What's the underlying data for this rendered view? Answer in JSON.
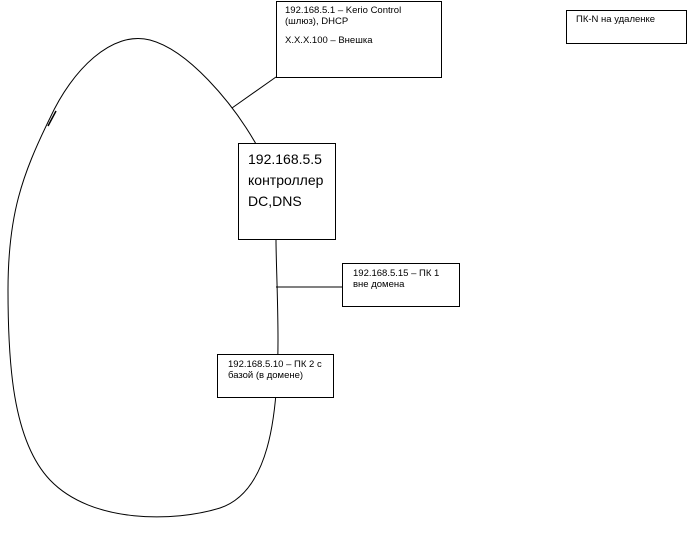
{
  "nodes": {
    "gateway": {
      "line1": "192.168.5.1 – Kerio Control",
      "line2": "(шлюз), DHCP",
      "line3": "X.X.X.100 – Внешка"
    },
    "remote": {
      "line1": "ПК-N на удаленке"
    },
    "controller": {
      "line1": "192.168.5.5",
      "line2": "контроллер",
      "line3": "DC,DNS"
    },
    "pc1": {
      "line1": "192.168.5.15 – ПК 1",
      "line2": "вне домена"
    },
    "pc2": {
      "line1": "192.168.5.10 – ПК 2 с",
      "line2": "базой (в домене)"
    }
  }
}
